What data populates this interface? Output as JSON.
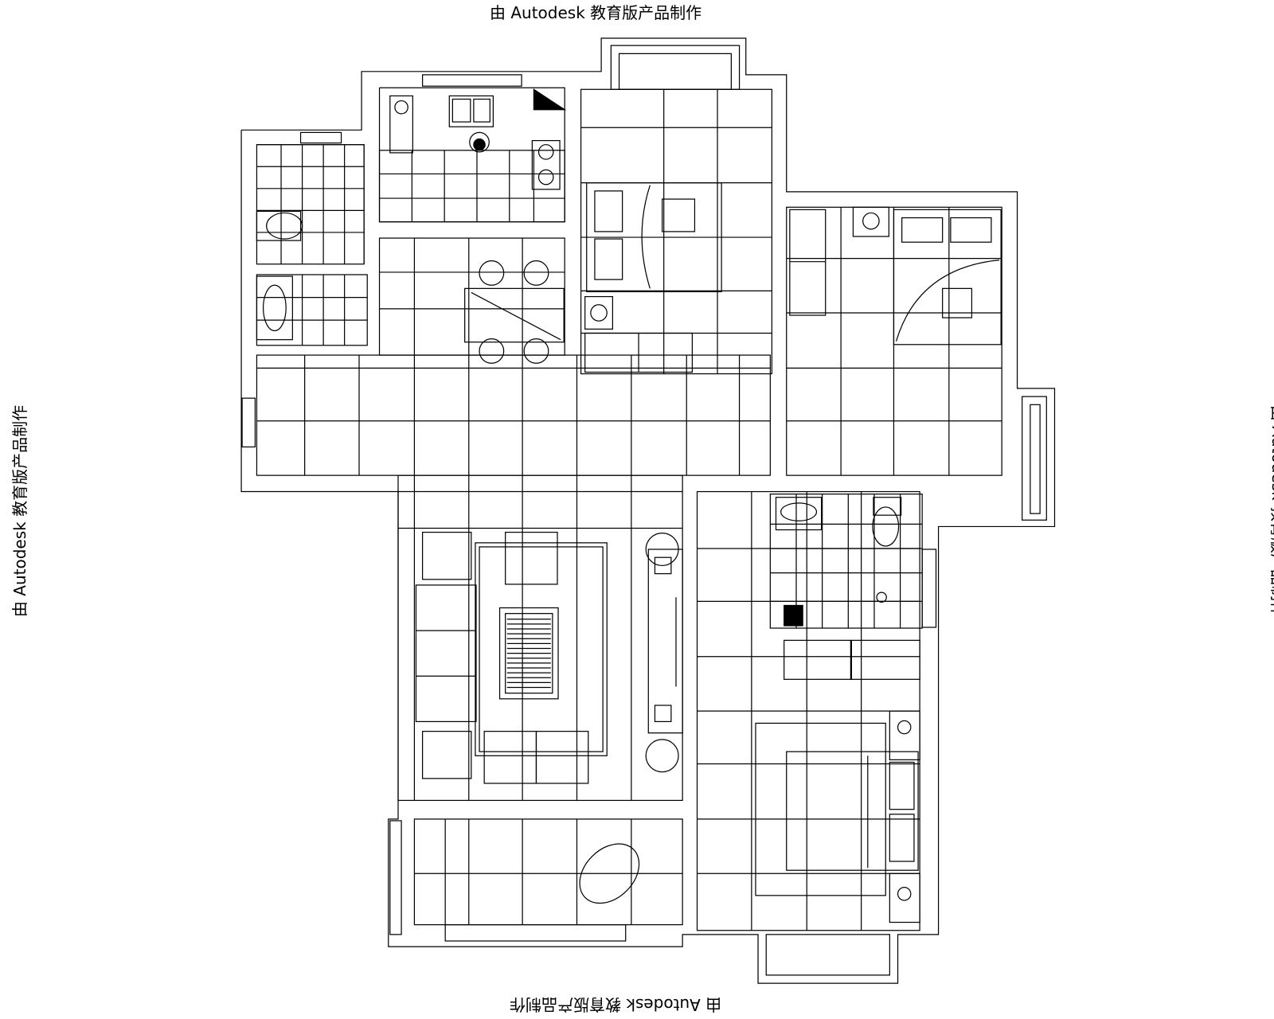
{
  "watermark": {
    "text": "由 Autodesk 教育版产品制作"
  },
  "drawing": {
    "rooms": [
      "bathroom-1",
      "wash-area",
      "kitchen",
      "dining",
      "bedroom-2",
      "bedroom-3",
      "hallway",
      "living-room",
      "balcony",
      "bathroom-2",
      "master-bedroom"
    ],
    "line_color": "#000000",
    "background": "#ffffff"
  }
}
